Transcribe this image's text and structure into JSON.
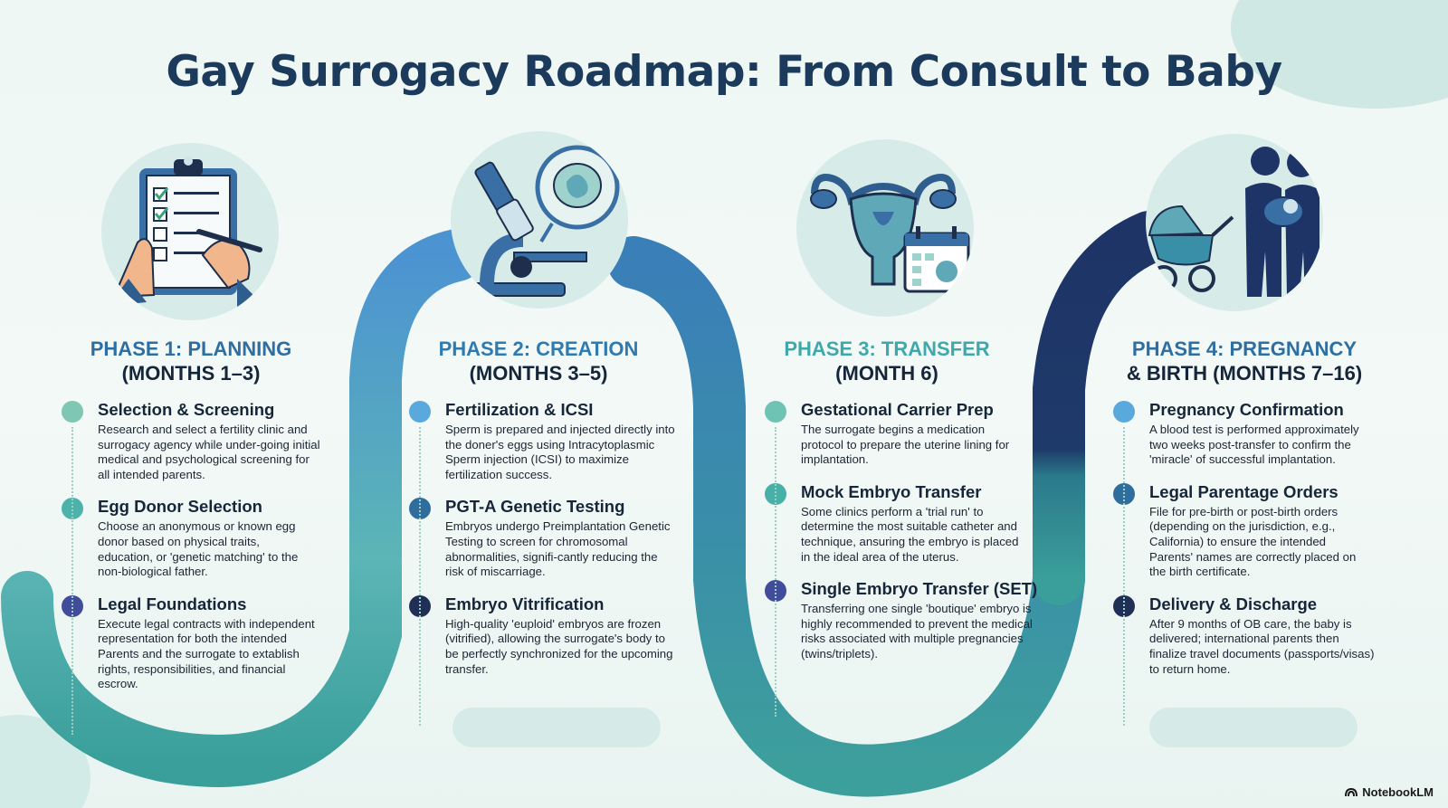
{
  "title": "Gay Surrogacy Roadmap: From Consult to Baby",
  "colors": {
    "teal": "#3e9e9c",
    "lightTeal": "#6fc3b4",
    "blue": "#3c7fb5",
    "navy": "#1e3466",
    "indigo": "#3f4c9a"
  },
  "phases": [
    {
      "header_line1": "PHASE 1: PLANNING",
      "header_line2": "(MONTHS 1–3)",
      "header_color": "#2f6ea0",
      "icon": "clipboard-checklist-icon",
      "steps": [
        {
          "title": "Selection & Screening",
          "text": "Research and select a fertility clinic and surrogacy agency while under-going initial medical and psychological screening for all intended parents.",
          "dot": "#7fc6b3"
        },
        {
          "title": "Egg Donor Selection",
          "text": "Choose an anonymous or known egg donor based on physical traits, education, or 'genetic matching' to the non-biological father.",
          "dot": "#4db3aa"
        },
        {
          "title": "Legal Foundations",
          "text": "Execute legal contracts with independent representation for both the intended Parents and the surrogate to extablish rights, responsibilities, and financial escrow.",
          "dot": "#414c9b"
        }
      ]
    },
    {
      "header_line1": "PHASE 2: CREATION",
      "header_line2": "(MONTHS 3–5)",
      "header_color": "#2f7bb0",
      "icon": "microscope-embryo-icon",
      "steps": [
        {
          "title": "Fertilization & ICSI",
          "text": "Sperm is prepared and injected directly into the doner's eggs using Intracytoplasmic Sperm injection (ICSI) to maximize fertilization success.",
          "dot": "#5aa9dc"
        },
        {
          "title": "PGT-A Genetic Testing",
          "text": "Embryos undergo Preimplantation Genetic Testing to screen for chromosomal abnormalities, signifi-cantly reducing the risk of miscarriage.",
          "dot": "#2f6d9c"
        },
        {
          "title": "Embryo Vitrification",
          "text": "High-quality 'euploid' embryos are frozen (vitrified), allowing the surrogate's body to be perfectly synchronized for the upcoming transfer.",
          "dot": "#1f2f56"
        }
      ]
    },
    {
      "header_line1": "PHASE 3: TRANSFER",
      "header_line2": "(MONTH 6)",
      "header_color": "#3fa8aa",
      "icon": "uterus-calendar-icon",
      "steps": [
        {
          "title": "Gestational Carrier Prep",
          "text": "The surrogate begins a medication protocol to prepare the uterine lining for implantation.",
          "dot": "#6fc3b4"
        },
        {
          "title": "Mock Embryo Transfer",
          "text": "Some clinics perform a 'trial run' to determine the most suitable catheter and technique, ansuring the embryo is placed in the ideal area of the uterus.",
          "dot": "#47b1a8"
        },
        {
          "title": "Single Embryo Transfer (SET)",
          "text": "Transferring one single 'boutique' embryo is highly recommended to prevent the medical risks associated with multiple pregnancies (twins/triplets).",
          "dot": "#414c9b"
        }
      ]
    },
    {
      "header_line1": "PHASE 4: PREGNANCY",
      "header_line2": "& BIRTH (MONTHS 7–16)",
      "header_color": "#2f6ea0",
      "icon": "family-stroller-icon",
      "steps": [
        {
          "title": "Pregnancy Confirmation",
          "text": "A blood test is performed approximately two weeks post-transfer to confirm the 'miracle' of successful implantation.",
          "dot": "#5aa9dc"
        },
        {
          "title": "Legal Parentage Orders",
          "text": "File for pre-birth or post-birth orders (depending on the jurisdiction, e.g., California) to ensure the intended Parents' names are correctly placed on the birth certificate.",
          "dot": "#2f6d9c"
        },
        {
          "title": "Delivery & Discharge",
          "text": "After 9 months of OB care, the baby is delivered; international parents then finalize travel documents (passports/visas) to return home.",
          "dot": "#1f2f56"
        }
      ]
    }
  ],
  "brand": "NotebookLM"
}
